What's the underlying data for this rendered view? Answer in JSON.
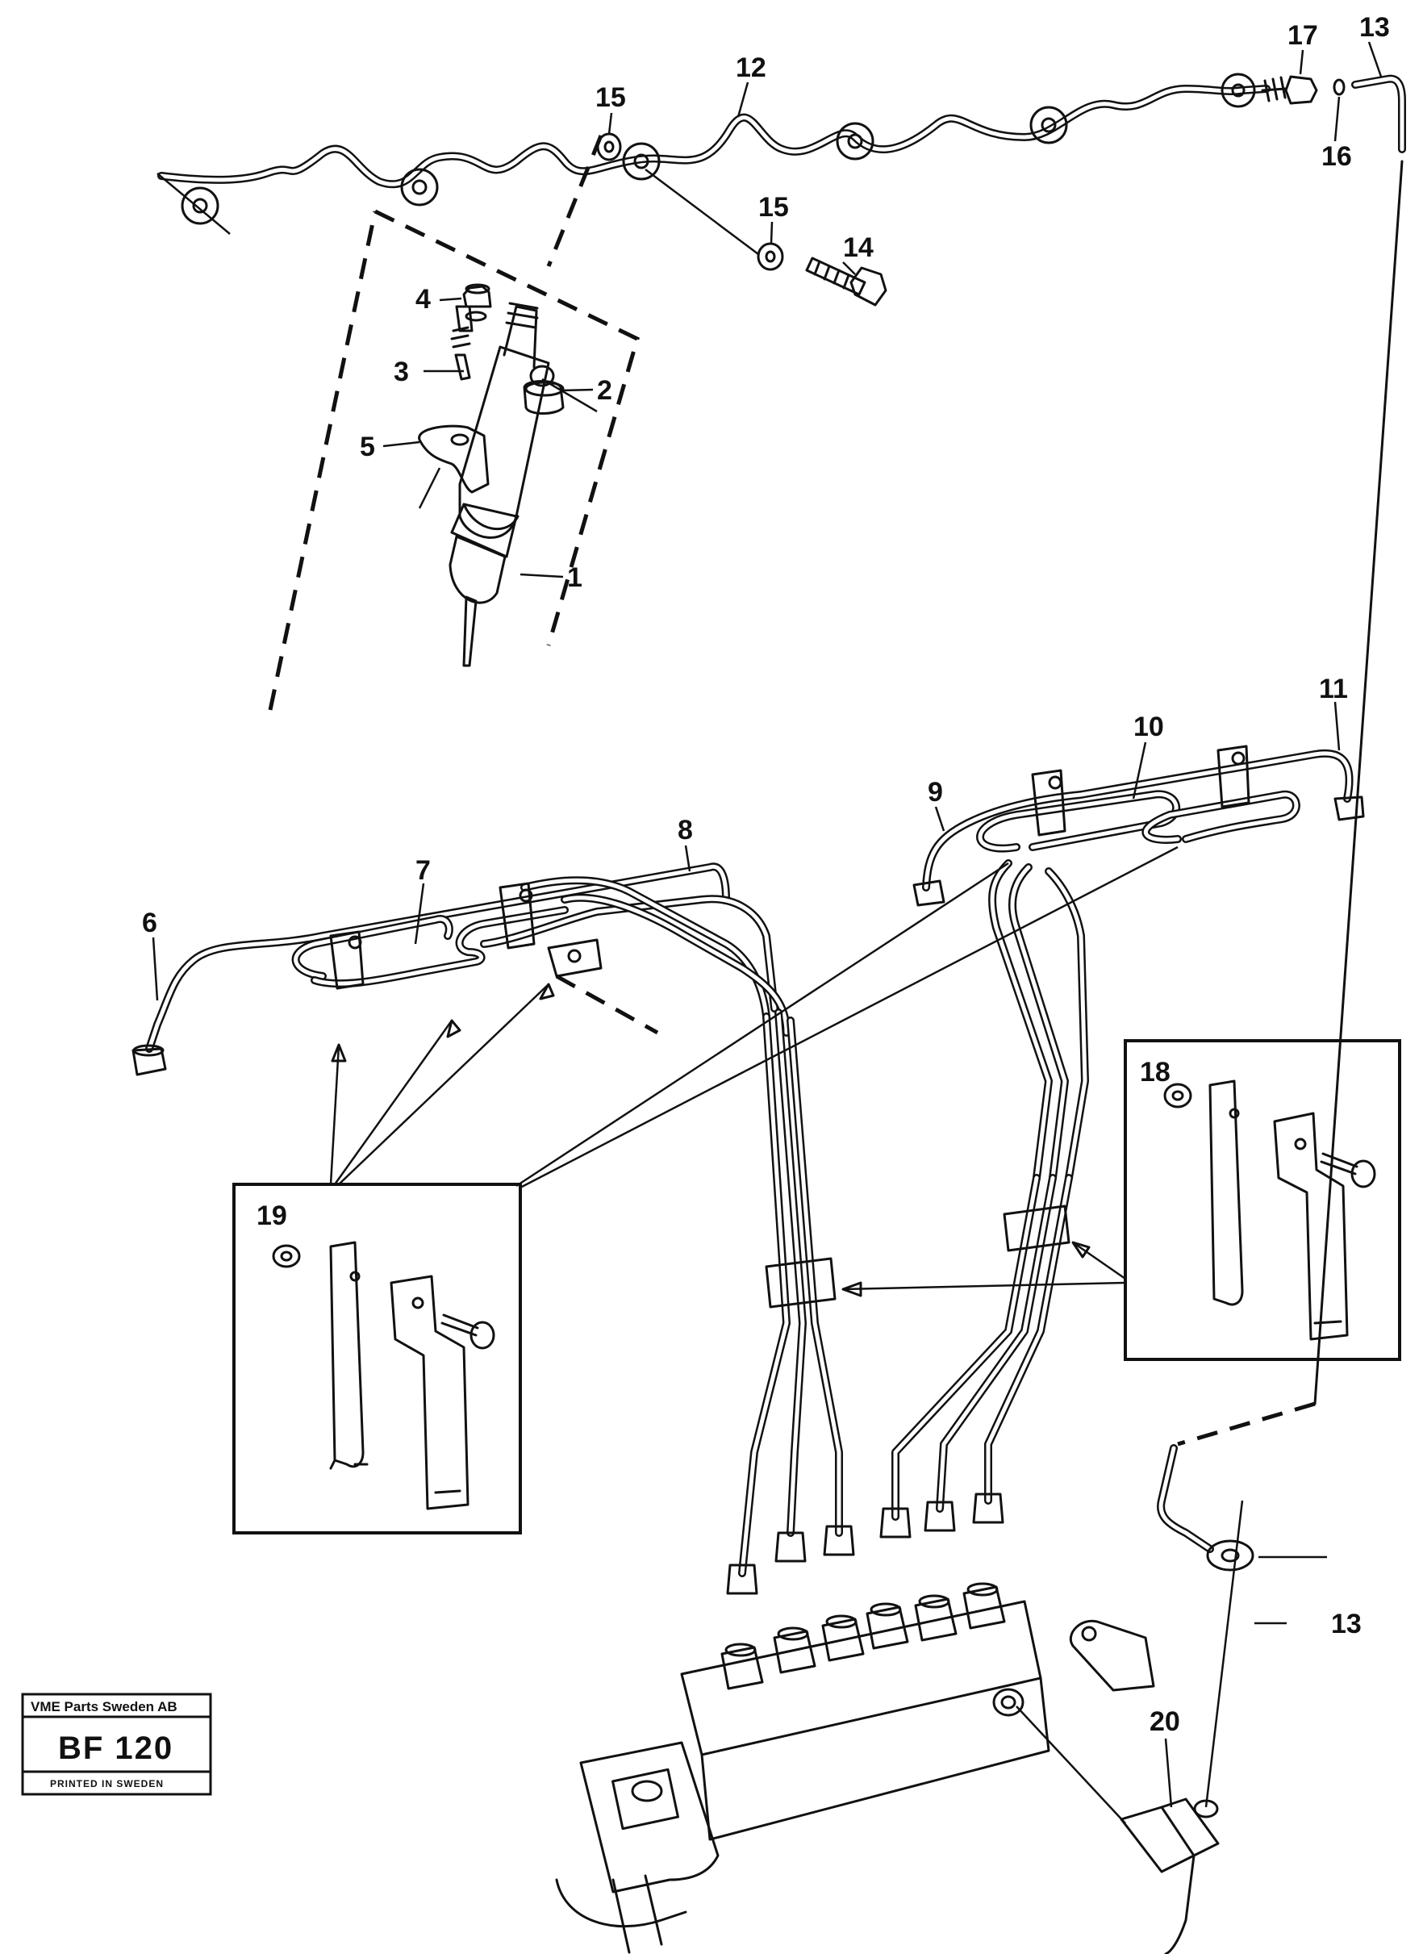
{
  "callouts": [
    {
      "id": "c1",
      "text": "1"
    },
    {
      "id": "c2",
      "text": "2"
    },
    {
      "id": "c3",
      "text": "3"
    },
    {
      "id": "c4",
      "text": "4"
    },
    {
      "id": "c5",
      "text": "5"
    },
    {
      "id": "c6",
      "text": "6"
    },
    {
      "id": "c7",
      "text": "7"
    },
    {
      "id": "c8",
      "text": "8"
    },
    {
      "id": "c9",
      "text": "9"
    },
    {
      "id": "c10",
      "text": "10"
    },
    {
      "id": "c11",
      "text": "11"
    },
    {
      "id": "c12",
      "text": "12"
    },
    {
      "id": "c13a",
      "text": "13"
    },
    {
      "id": "c13b",
      "text": "13"
    },
    {
      "id": "c14",
      "text": "14"
    },
    {
      "id": "c15a",
      "text": "15"
    },
    {
      "id": "c15b",
      "text": "15"
    },
    {
      "id": "c16",
      "text": "16"
    },
    {
      "id": "c17",
      "text": "17"
    },
    {
      "id": "c18",
      "text": "18"
    },
    {
      "id": "c19",
      "text": "19"
    },
    {
      "id": "c20",
      "text": "20"
    }
  ],
  "stamp": {
    "company": "VME Parts Sweden AB",
    "code": "BF 120",
    "printed": "PRINTED IN SWEDEN"
  }
}
